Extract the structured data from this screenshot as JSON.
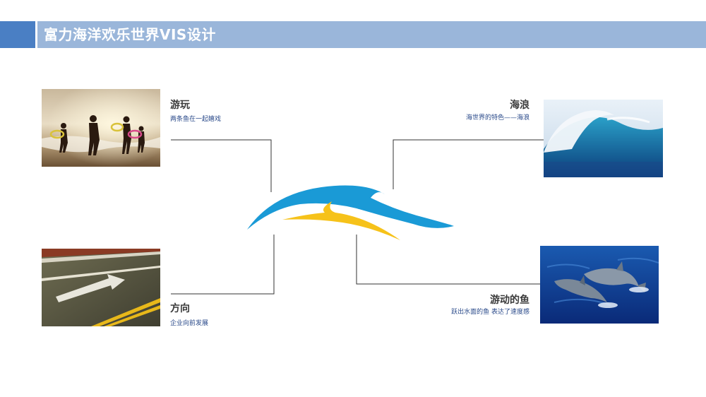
{
  "header": {
    "title": "富力海洋欢乐世界VIS设计"
  },
  "items": [
    {
      "title": "游玩",
      "subtitle": "两条鱼在一起嬉戏",
      "icon": "beach-play-photo"
    },
    {
      "title": "海浪",
      "subtitle": "海世界的特色——海浪",
      "icon": "ocean-wave-photo"
    },
    {
      "title": "方向",
      "subtitle": "企业向前发展",
      "icon": "road-arrow-photo"
    },
    {
      "title": "游动的鱼",
      "subtitle": "跃出水面的鱼 表达了速度感",
      "icon": "dolphins-photo"
    }
  ],
  "logo": {
    "icon": "wave-fish-logo",
    "colors": {
      "blue": "#1a9ad6",
      "yellow": "#f6c21a"
    }
  },
  "colors": {
    "header_bar": "#9ab6da",
    "header_accent": "#4a7fc4",
    "connector": "#333333"
  }
}
